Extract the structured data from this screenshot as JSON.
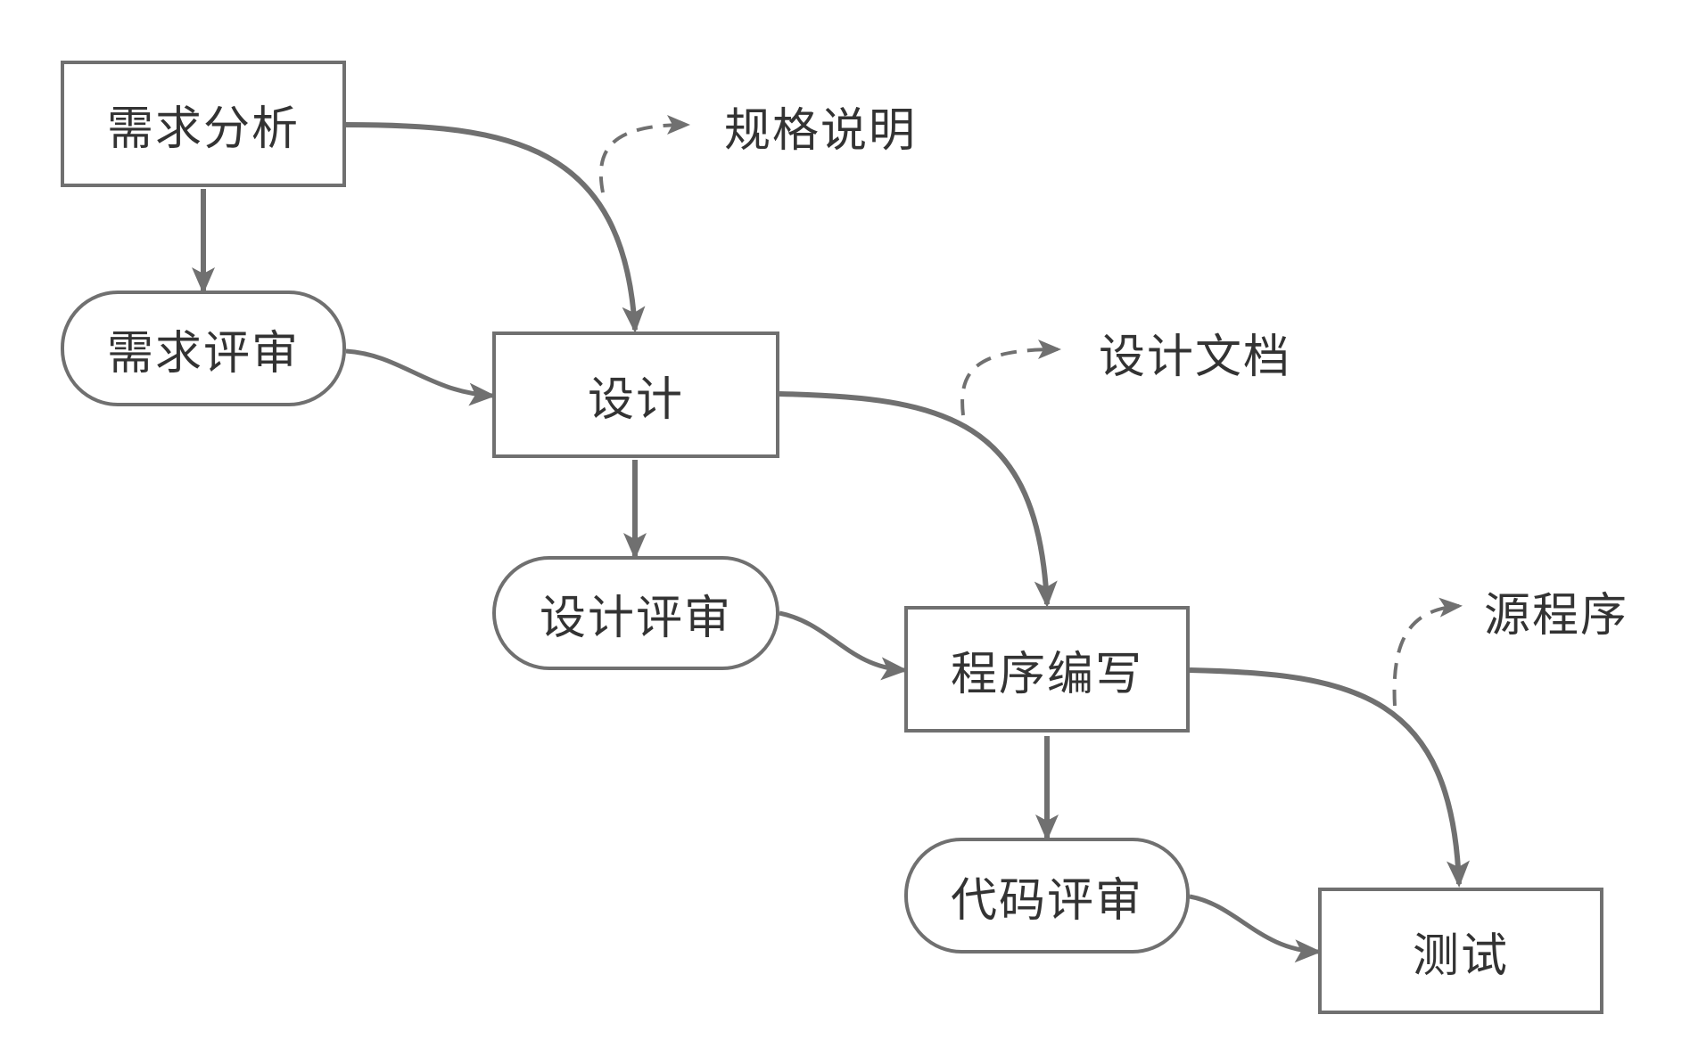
{
  "colors": {
    "stroke": "#707070",
    "text": "#333333",
    "background": "#ffffff"
  },
  "nodes": {
    "requirements_analysis": "需求分析",
    "requirements_review": "需求评审",
    "design": "设计",
    "design_review": "设计评审",
    "coding": "程序编写",
    "code_review": "代码评审",
    "testing": "测试"
  },
  "outputs": {
    "specification": "规格说明",
    "design_document": "设计文档",
    "source_code": "源程序"
  }
}
